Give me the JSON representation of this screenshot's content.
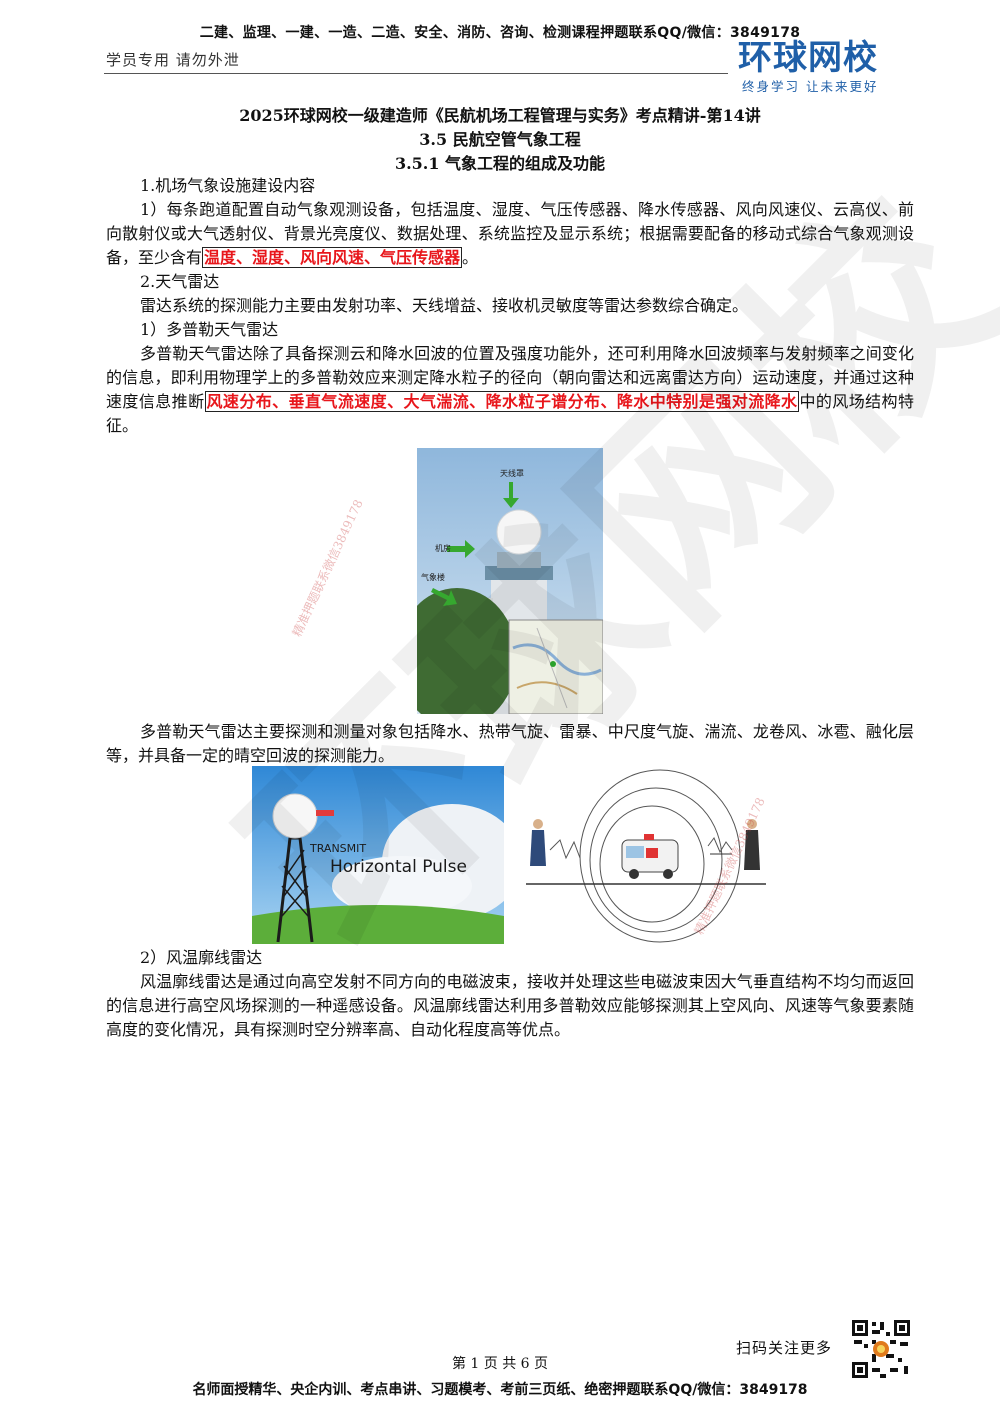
{
  "header": {
    "banner": "二建、监理、一建、一造、二造、安全、消防、咨询、检测课程押题联系QQ/微信：3849178",
    "student_note": "学员专用 请勿外泄",
    "logo_main": "环球网校",
    "logo_sub": "终身学习 让未来更好"
  },
  "doc": {
    "title": "2025环球网校一级建造师《民航机场工程管理与实务》考点精讲-第14讲",
    "section": "3.5 民航空管气象工程",
    "subsection": "3.5.1 气象工程的组成及功能"
  },
  "body": {
    "h1": "1.机场气象设施建设内容",
    "p1_text": "1）每条跑道配置自动气象观测设备，包括温度、湿度、气压传感器、降水传感器、风向风速仪、云高仪、前向散射仪或大气透射仪、背景光亮度仪、数据处理、系统监控及显示系统；根据需要配备的移动式综合气象观测设备，至少含有",
    "p1_highlight": "温度、湿度、风向风速、气压传感器",
    "p1_end": "。",
    "h2": "2.天气雷达",
    "p2": "雷达系统的探测能力主要由发射功率、天线增益、接收机灵敏度等雷达参数综合确定。",
    "h3": "1）多普勒天气雷达",
    "p3_text": "多普勒天气雷达除了具备探测云和降水回波的位置及强度功能外，还可利用降水回波频率与发射频率之间变化的信息，即利用物理学上的多普勒效应来测定降水粒子的径向（朝向雷达和远离雷达方向）运动速度，并通过这种速度信息推断",
    "p3_highlight": "风速分布、垂直气流速度、大气湍流、降水粒子谱分布、降水中特别是强对流降水",
    "p3_end": "中的风场结构特征。",
    "p4": "多普勒天气雷达主要探测和测量对象包括降水、热带气旋、雷暴、中尺度气旋、湍流、龙卷风、冰雹、融化层等，并具备一定的晴空回波的探测能力。",
    "h4": "2）风温廓线雷达",
    "p5": "风温廓线雷达是通过向高空发射不同方向的电磁波束，接收并处理这些电磁波束因大气垂直结构不均匀而返回的信息进行高空风场探测的一种遥感设备。风温廓线雷达利用多普勒效应能够探测其上空风向、风速等气象要素随高度的变化情况，具有探测时空分辨率高、自动化程度高等优点。"
  },
  "figures": {
    "fig1_labels": [
      "天线罩",
      "机房",
      "气象楼"
    ],
    "fig2_line1": "TRANSMIT",
    "fig2_line2": "Horizontal Pulse"
  },
  "watermarks": {
    "big": "环球网校",
    "stamp": "精准押题联系微信3849178"
  },
  "footer": {
    "scan": "扫码关注更多",
    "page": "第 1 页 共 6 页",
    "banner": "名师面授精华、央企内训、考点串讲、习题模考、考前三页纸、绝密押题联系QQ/微信：3849178"
  }
}
